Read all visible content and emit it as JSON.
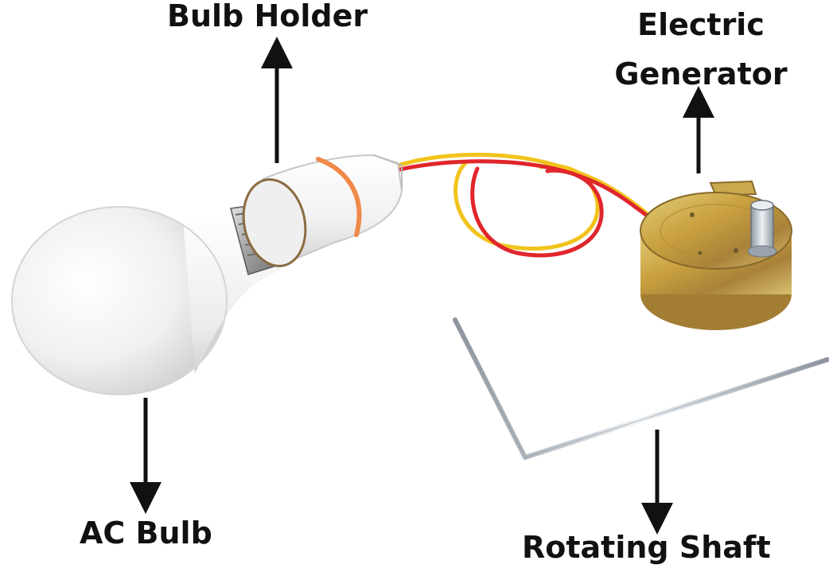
{
  "labels": {
    "bulb_holder": "Bulb Holder",
    "electric_generator_line1": "Electric",
    "electric_generator_line2": "Generator",
    "ac_bulb": "AC Bulb",
    "rotating_shaft": "Rotating Shaft"
  },
  "colors": {
    "label_text": "#111111",
    "arrow": "#111111",
    "wire_red": "#e0262b",
    "wire_yellow": "#f2c31b",
    "bulb_white": "#f4f4f4",
    "holder_ring": "#f08a4b",
    "generator_brass": "#c9a13f",
    "shaft_metal": "#b9c3cc"
  }
}
